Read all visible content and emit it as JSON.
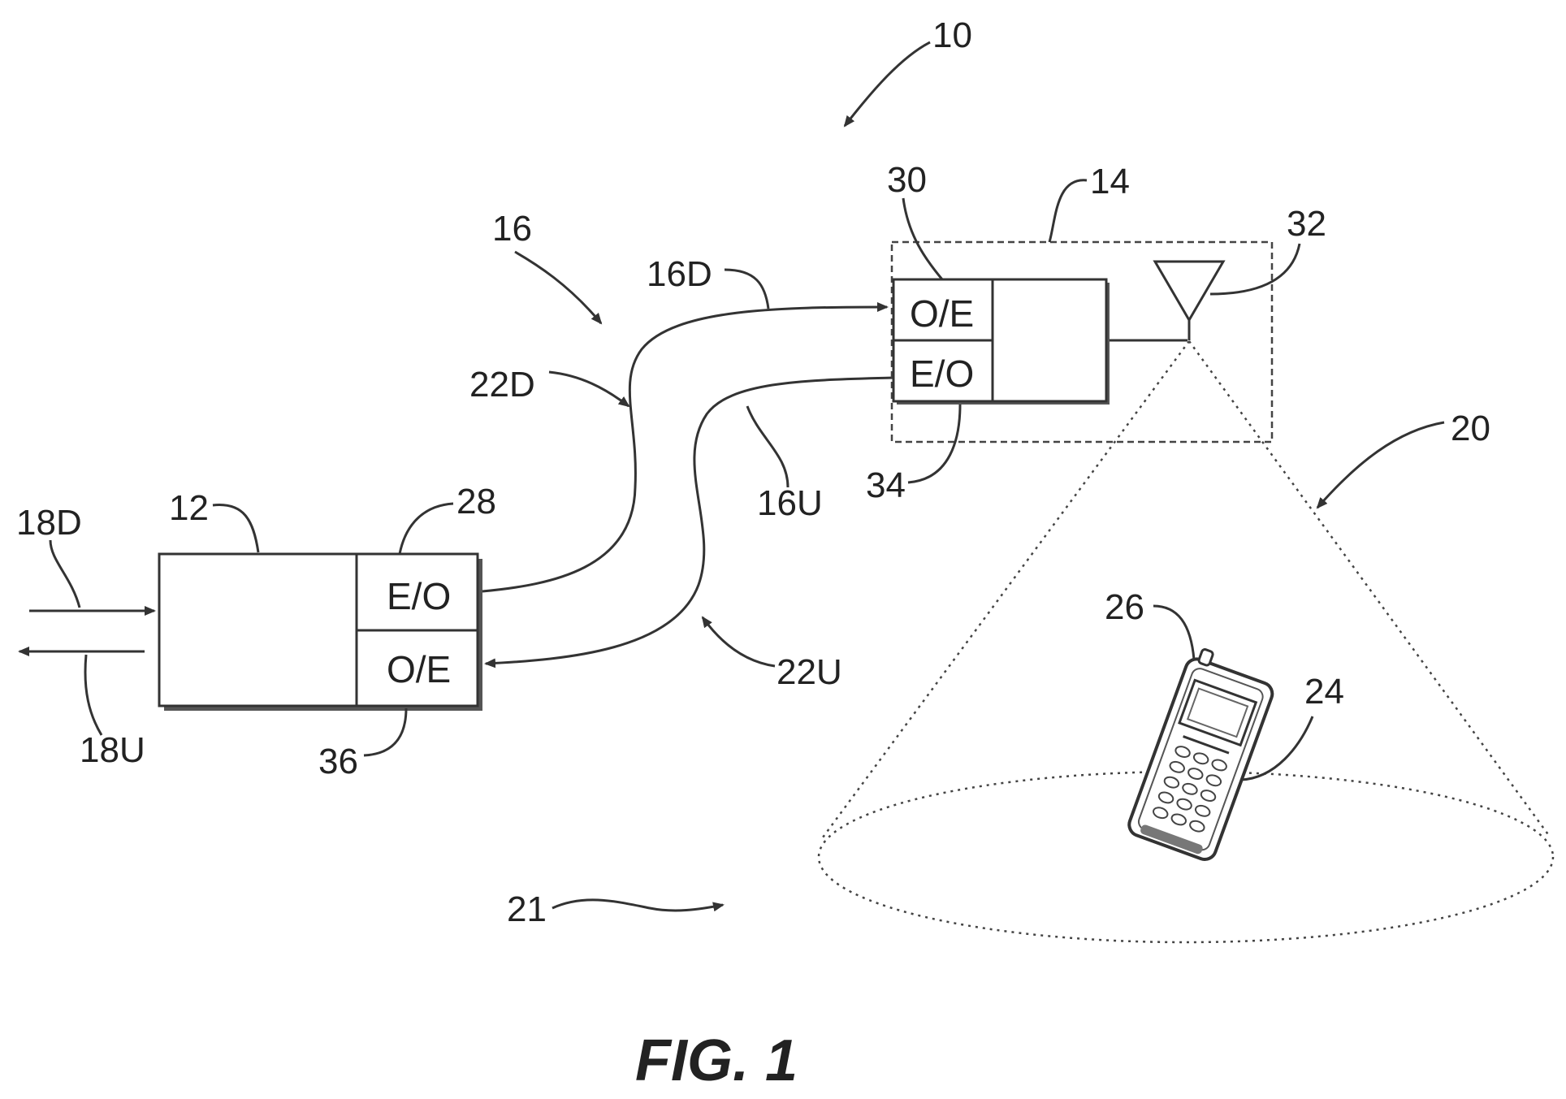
{
  "figure": {
    "caption": "FIG. 1"
  },
  "labels": {
    "system": "10",
    "head_end": "12",
    "remote_unit": "14",
    "link": "16",
    "link_down": "16D",
    "link_up": "16U",
    "input_down": "18D",
    "output_up": "18U",
    "coverage": "20",
    "area": "21",
    "fiber_down": "22D",
    "fiber_up": "22U",
    "device": "24",
    "device_antenna": "26",
    "converter_eo_head": "28",
    "converter_oe_remote": "30",
    "antenna": "32",
    "converter_eo_remote": "34",
    "converter_oe_head": "36"
  },
  "boxes": {
    "head_end": {
      "top": "E/O",
      "bottom": "O/E"
    },
    "remote": {
      "top": "O/E",
      "bottom": "E/O"
    }
  }
}
